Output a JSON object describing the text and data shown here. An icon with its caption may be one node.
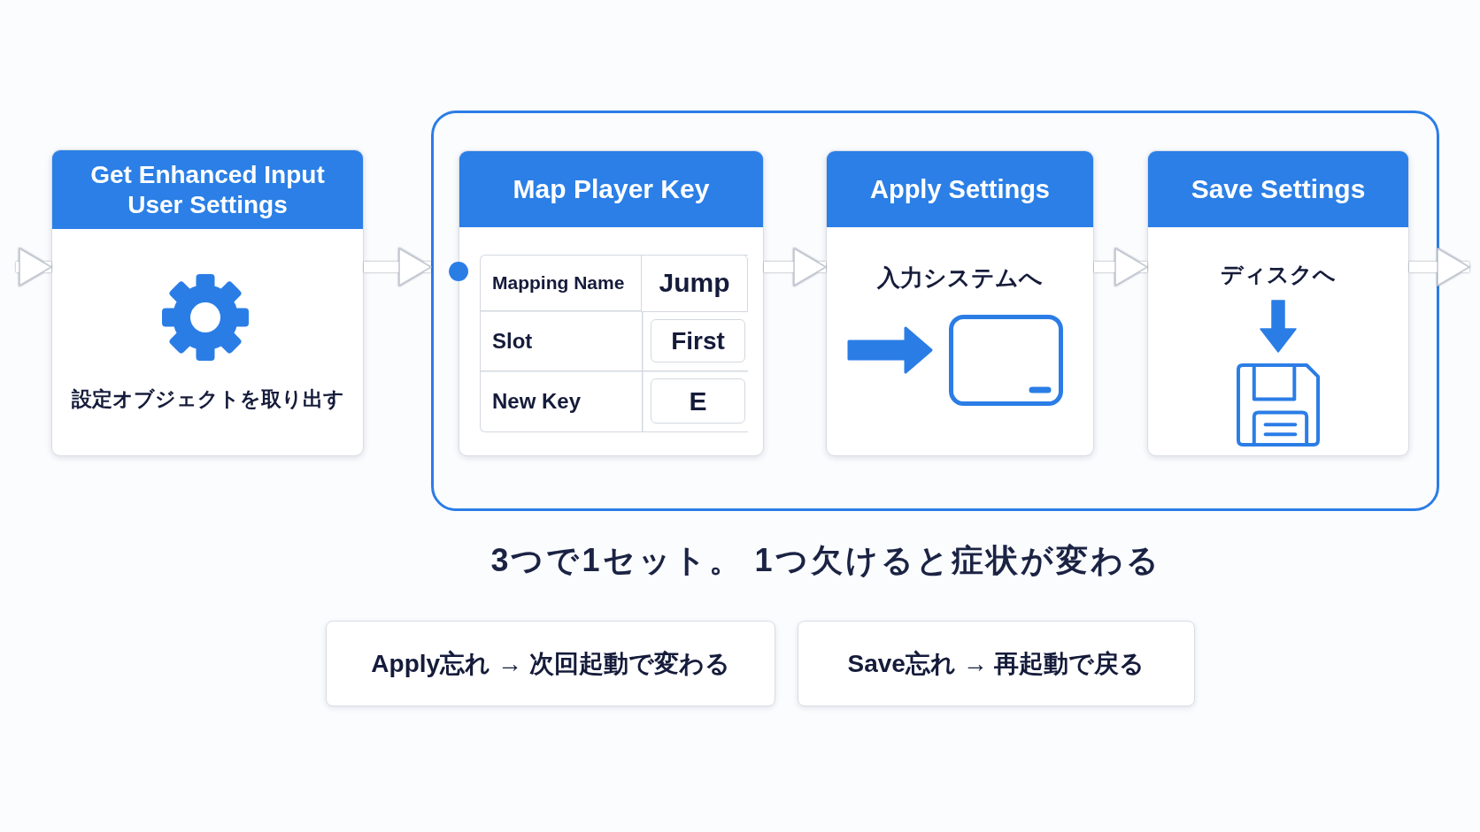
{
  "diagram": {
    "caption": "3つで1セット。 1つ欠けると症状が変わる",
    "nodes": [
      {
        "text": [
          "Get Enhanced Input User Settings",
          "設定オブジェクトを取り出す"
        ]
      },
      {
        "text": [],
        "shape": "box"
      },
      {
        "text": [
          "Map Player Key",
          "Mapping Name",
          "Jump",
          "Slot",
          "First",
          "New Key",
          "E"
        ],
        "in": 1
      },
      {
        "text": [
          "Apply Settings",
          "入力システムへ"
        ],
        "in": 1
      },
      {
        "text": [
          "Save Settings",
          "ディスクへ"
        ],
        "in": 1
      },
      {
        "text": [
          "Apply忘れ → 次回起動で変わる"
        ]
      },
      {
        "text": [
          "Save忘れ → 再起動で戻る"
        ]
      }
    ],
    "edges": [
      {
        "from": null,
        "to": 0,
        "arrow": "to"
      },
      {
        "from": 0,
        "to": 1,
        "arrow": "to"
      },
      {
        "from": 2,
        "to": 3,
        "arrow": "to"
      },
      {
        "from": 3,
        "to": 4,
        "arrow": "to"
      },
      {
        "from": 4,
        "to": null,
        "arrow": "to"
      }
    ]
  }
}
